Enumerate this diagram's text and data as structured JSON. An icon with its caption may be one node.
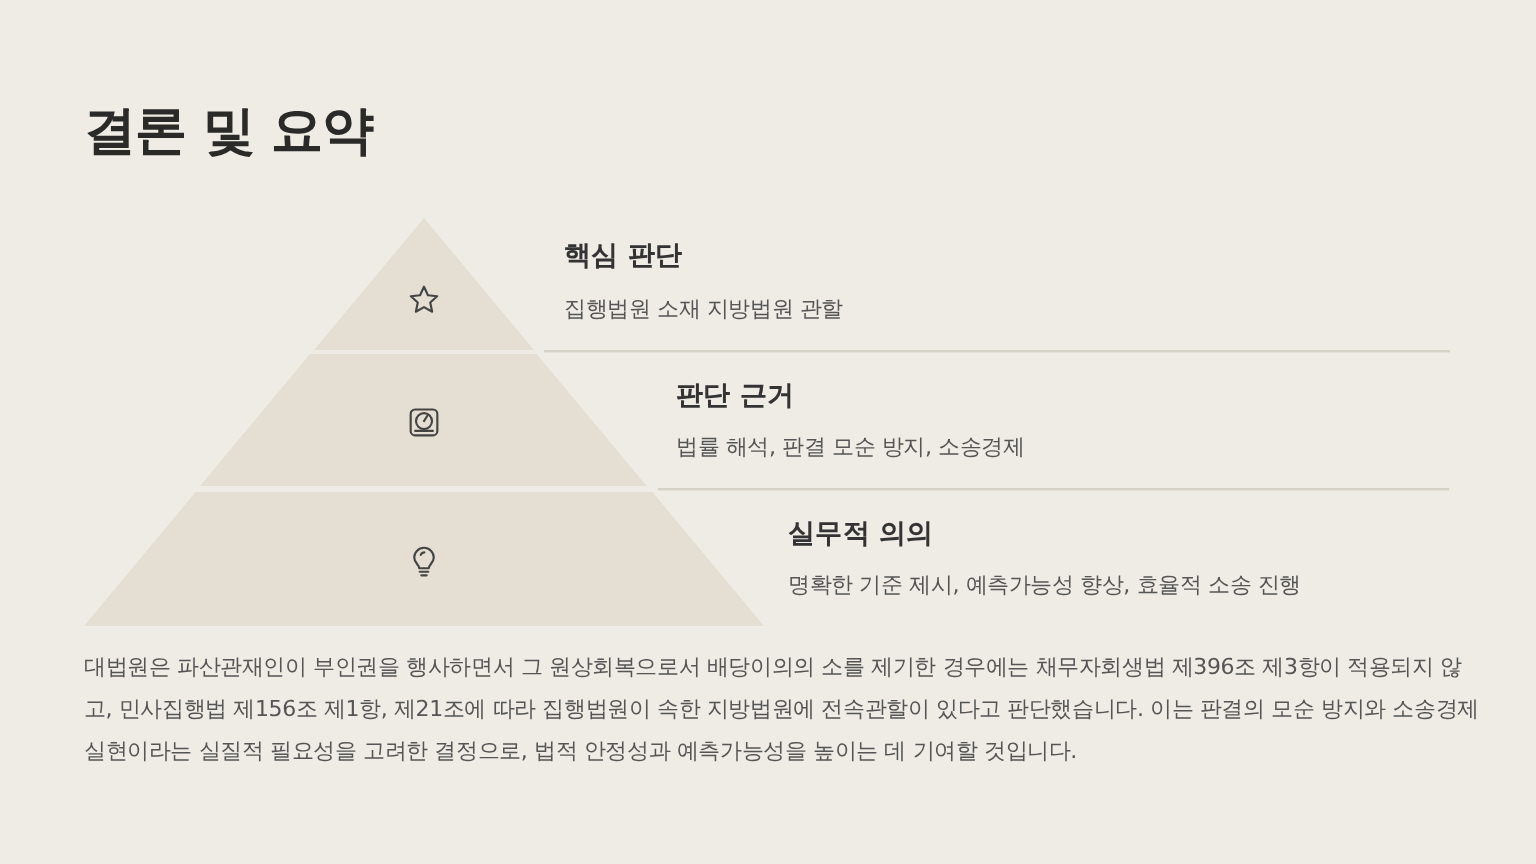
{
  "diagram": {
    "title": "결론 및 요약",
    "nodes": [
      {
        "text": [
          "핵심 판단",
          "집행법원 소재 지방법원 관할"
        ]
      },
      {
        "text": [
          "판단 근거",
          "법률 해석, 판결 모순 방지, 소송경제"
        ]
      },
      {
        "text": [
          "실무적 의의",
          "명확한 기준 제시, 예측가능성 향상, 효율적 소송 진행"
        ]
      }
    ],
    "labels": [
      "대법원은 파산관재인이 부인권을 행사하면서 그 원상회복으로서 배당이의의 소를 제기한 경우에는 채무자회생법 제396조 제3항이 적용되지 않고, 민사집행법 제156조 제1항, 제21조에 따라 집행법원이 속한 지방법원에 전속관할이 있다고 판단했습니다. 이는 판결의 모순 방지와 소송경제 실현이라는 실질적 필요성을 고려한 결정으로, 법적 안정성과 예측가능성을 높이는 데 기여할 것입니다."
    ]
  }
}
